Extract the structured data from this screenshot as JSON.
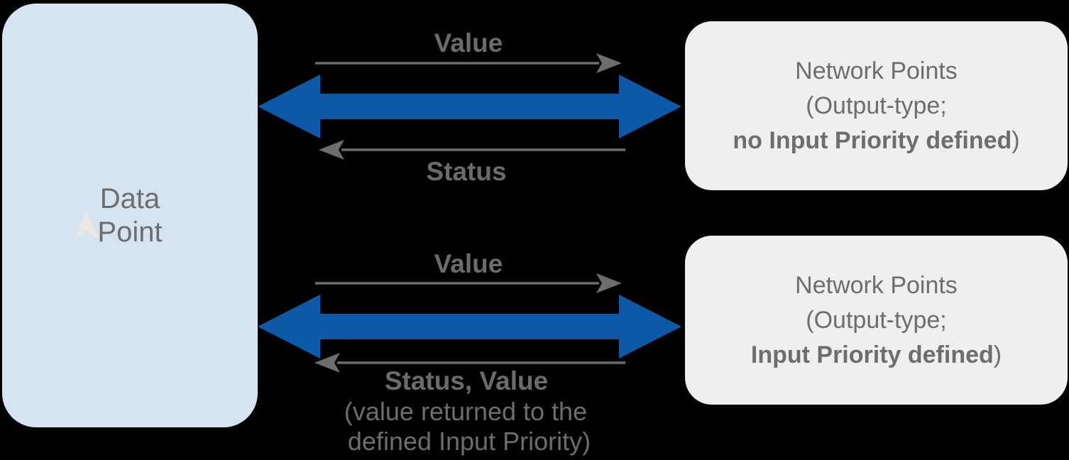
{
  "data_point_box": {
    "line1": "Data",
    "line2": "Point"
  },
  "top_flow": {
    "value_label": "Value",
    "status_label": "Status",
    "target_box": {
      "line1": "Network Points",
      "line2": "(Output-type;",
      "line3_bold": "no Input Priority defined",
      "line3_close": ")"
    }
  },
  "bottom_flow": {
    "value_label": "Value",
    "status_label": "Status, Value",
    "status_note_line1": "(value returned to the",
    "status_note_line2": "defined Input Priority)",
    "target_box": {
      "line1": "Network Points",
      "line2": "(Output-type;",
      "line3_bold": "Input Priority defined",
      "line3_close": ")"
    }
  },
  "colors": {
    "background": "#000000",
    "blue_arrow": "#0d59a6",
    "thin_arrow_gray": "#6d6d6d",
    "text_gray": "#6d6d6d",
    "data_point_box_bg": "#d6e3f1",
    "network_box_bg": "#efefef",
    "cursor_glyph": "#ece9e4"
  }
}
